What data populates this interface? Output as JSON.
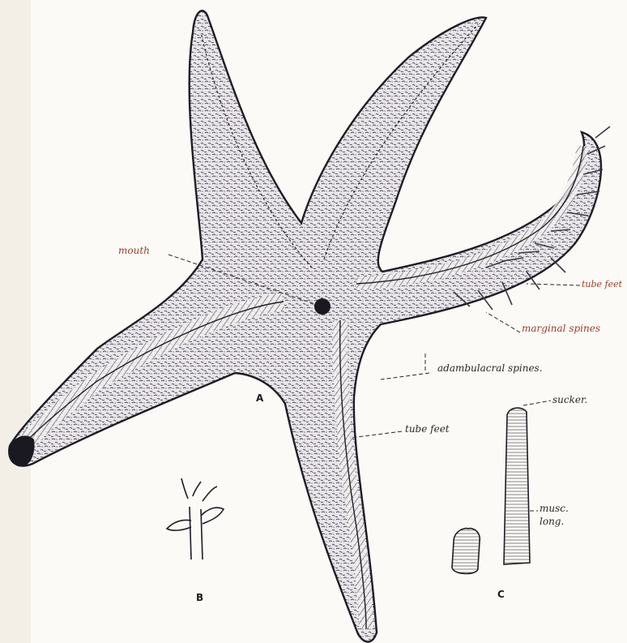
{
  "colors": {
    "paper": "#fbfaf6",
    "ink": "#2b2624",
    "label_red": "#9a3e2e",
    "body_fill": "#e9e6ea"
  },
  "figure": {
    "labels": {
      "mouth": "mouth",
      "tube_feet_right": "tube feet",
      "marginal_spines": "marginal spines",
      "adambulacral_spines": "adambulacral spines.",
      "tube_feet_center": "tube feet",
      "sucker": "sucker.",
      "musc": "musc.",
      "long": "long."
    },
    "letters": {
      "a": "A",
      "b": "B",
      "c": "C"
    }
  }
}
